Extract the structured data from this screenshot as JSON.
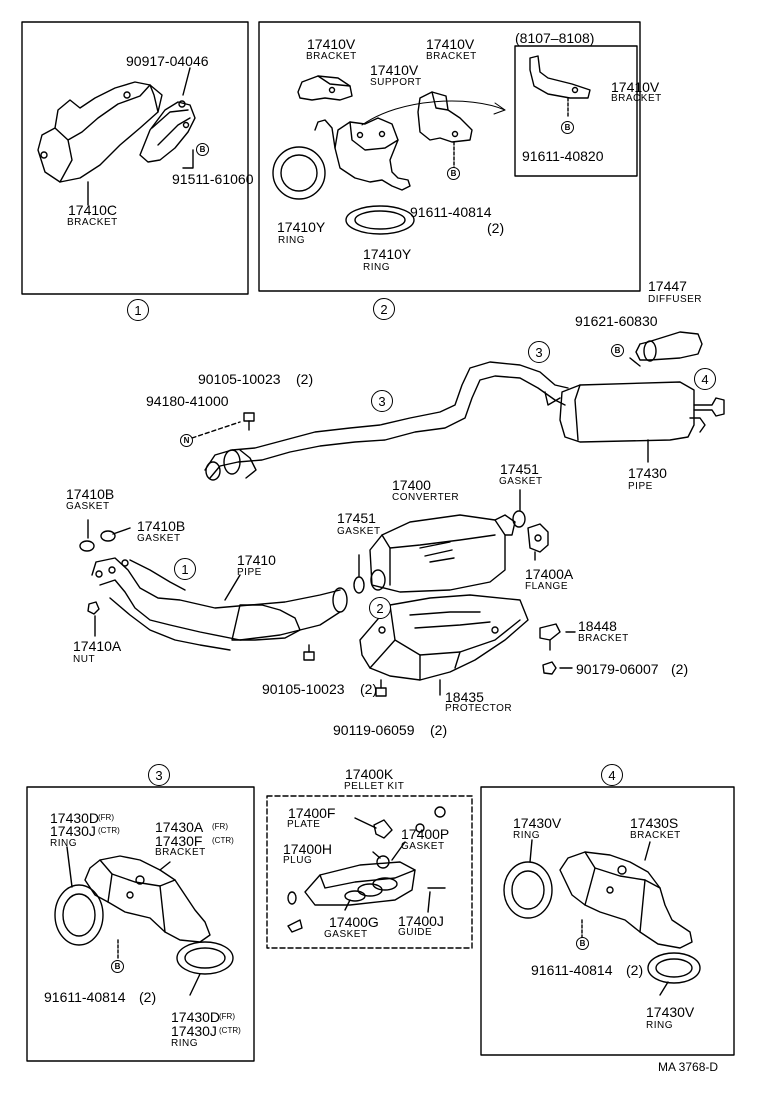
{
  "panels": {
    "p1": {
      "key": "1"
    },
    "p2": {
      "key": "2",
      "subpanel_note": "(8107–8108)"
    },
    "p3": {
      "key": "3"
    },
    "p4": {
      "key": "4"
    },
    "pk": {
      "title_pn": "17400K",
      "title_name": "PELLET KIT"
    }
  },
  "labels": {
    "l1": {
      "pn": "90917-04046"
    },
    "l2": {
      "pn": "91511-61060"
    },
    "l3": {
      "pn": "17410C",
      "name": "BRACKET"
    },
    "l4": {
      "pn": "17410V",
      "name": "BRACKET"
    },
    "l5": {
      "pn": "17410V",
      "name": "SUPPORT"
    },
    "l6": {
      "pn": "17410V",
      "name": "BRACKET"
    },
    "l7": {
      "pn": "17410Y",
      "name": "RING"
    },
    "l8": {
      "pn": "91611-40814",
      "qty": "(2)"
    },
    "l9": {
      "pn": "17410Y",
      "name": "RING"
    },
    "l10": {
      "pn": "17410V",
      "name": "BRACKET"
    },
    "l11": {
      "pn": "91611-40820"
    },
    "l12": {
      "pn": "17447",
      "name": "DIFFUSER"
    },
    "l13": {
      "pn": "91621-60830"
    },
    "l14": {
      "pn": "90105-10023",
      "qty": "(2)"
    },
    "l15": {
      "pn": "94180-41000"
    },
    "l16": {
      "pn": "17430",
      "name": "PIPE"
    },
    "l17": {
      "pn": "17451",
      "name": "GASKET"
    },
    "l18": {
      "pn": "17400",
      "name": "CONVERTER"
    },
    "l19": {
      "pn": "17451",
      "name": "GASKET"
    },
    "l20": {
      "pn": "17410B",
      "name": "GASKET"
    },
    "l21": {
      "pn": "17410B",
      "name": "GASKET"
    },
    "l22": {
      "pn": "17410",
      "name": "PIPE"
    },
    "l23": {
      "pn": "17400A",
      "name": "FLANGE"
    },
    "l24": {
      "pn": "18448",
      "name": "BRACKET"
    },
    "l25": {
      "pn": "17410A",
      "name": "NUT"
    },
    "l26": {
      "pn": "90179-06007",
      "qty": "(2)"
    },
    "l27": {
      "pn": "90105-10023",
      "qty": "(2)"
    },
    "l28": {
      "pn": "18435",
      "name": "PROTECTOR"
    },
    "l29": {
      "pn": "90119-06059",
      "qty": "(2)"
    },
    "l30": {
      "pn": "17430D",
      "sfx": "(FR)"
    },
    "l31": {
      "pn": "17430J",
      "sfx": "(CTR)",
      "name": "RING"
    },
    "l32": {
      "pn": "17430A",
      "sfx": "(FR)"
    },
    "l33": {
      "pn": "17430F",
      "sfx": "(CTR)",
      "name": "BRACKET"
    },
    "l34": {
      "pn": "91611-40814",
      "qty": "(2)"
    },
    "l35": {
      "pn": "17430D",
      "sfx": "(FR)"
    },
    "l36": {
      "pn": "17430J",
      "sfx": "(CTR)",
      "name": "RING"
    },
    "l37": {
      "pn": "17400F",
      "name": "PLATE"
    },
    "l38": {
      "pn": "17400H",
      "name": "PLUG"
    },
    "l39": {
      "pn": "17400P",
      "name": "GASKET"
    },
    "l40": {
      "pn": "17400G",
      "name": "GASKET"
    },
    "l41": {
      "pn": "17400J",
      "name": "GUIDE"
    },
    "l42": {
      "pn": "17430V",
      "name": "RING"
    },
    "l43": {
      "pn": "17430S",
      "name": "BRACKET"
    },
    "l44": {
      "pn": "91611-40814",
      "qty": "(2)"
    },
    "l45": {
      "pn": "17430V",
      "name": "RING"
    }
  },
  "keys": {
    "k3a": "3",
    "k3b": "3",
    "k4": "4",
    "k1": "1",
    "k2": "2"
  },
  "bolt_mark": "B",
  "nut_mark": "N",
  "footer": {
    "code": "MA 3768-D"
  }
}
